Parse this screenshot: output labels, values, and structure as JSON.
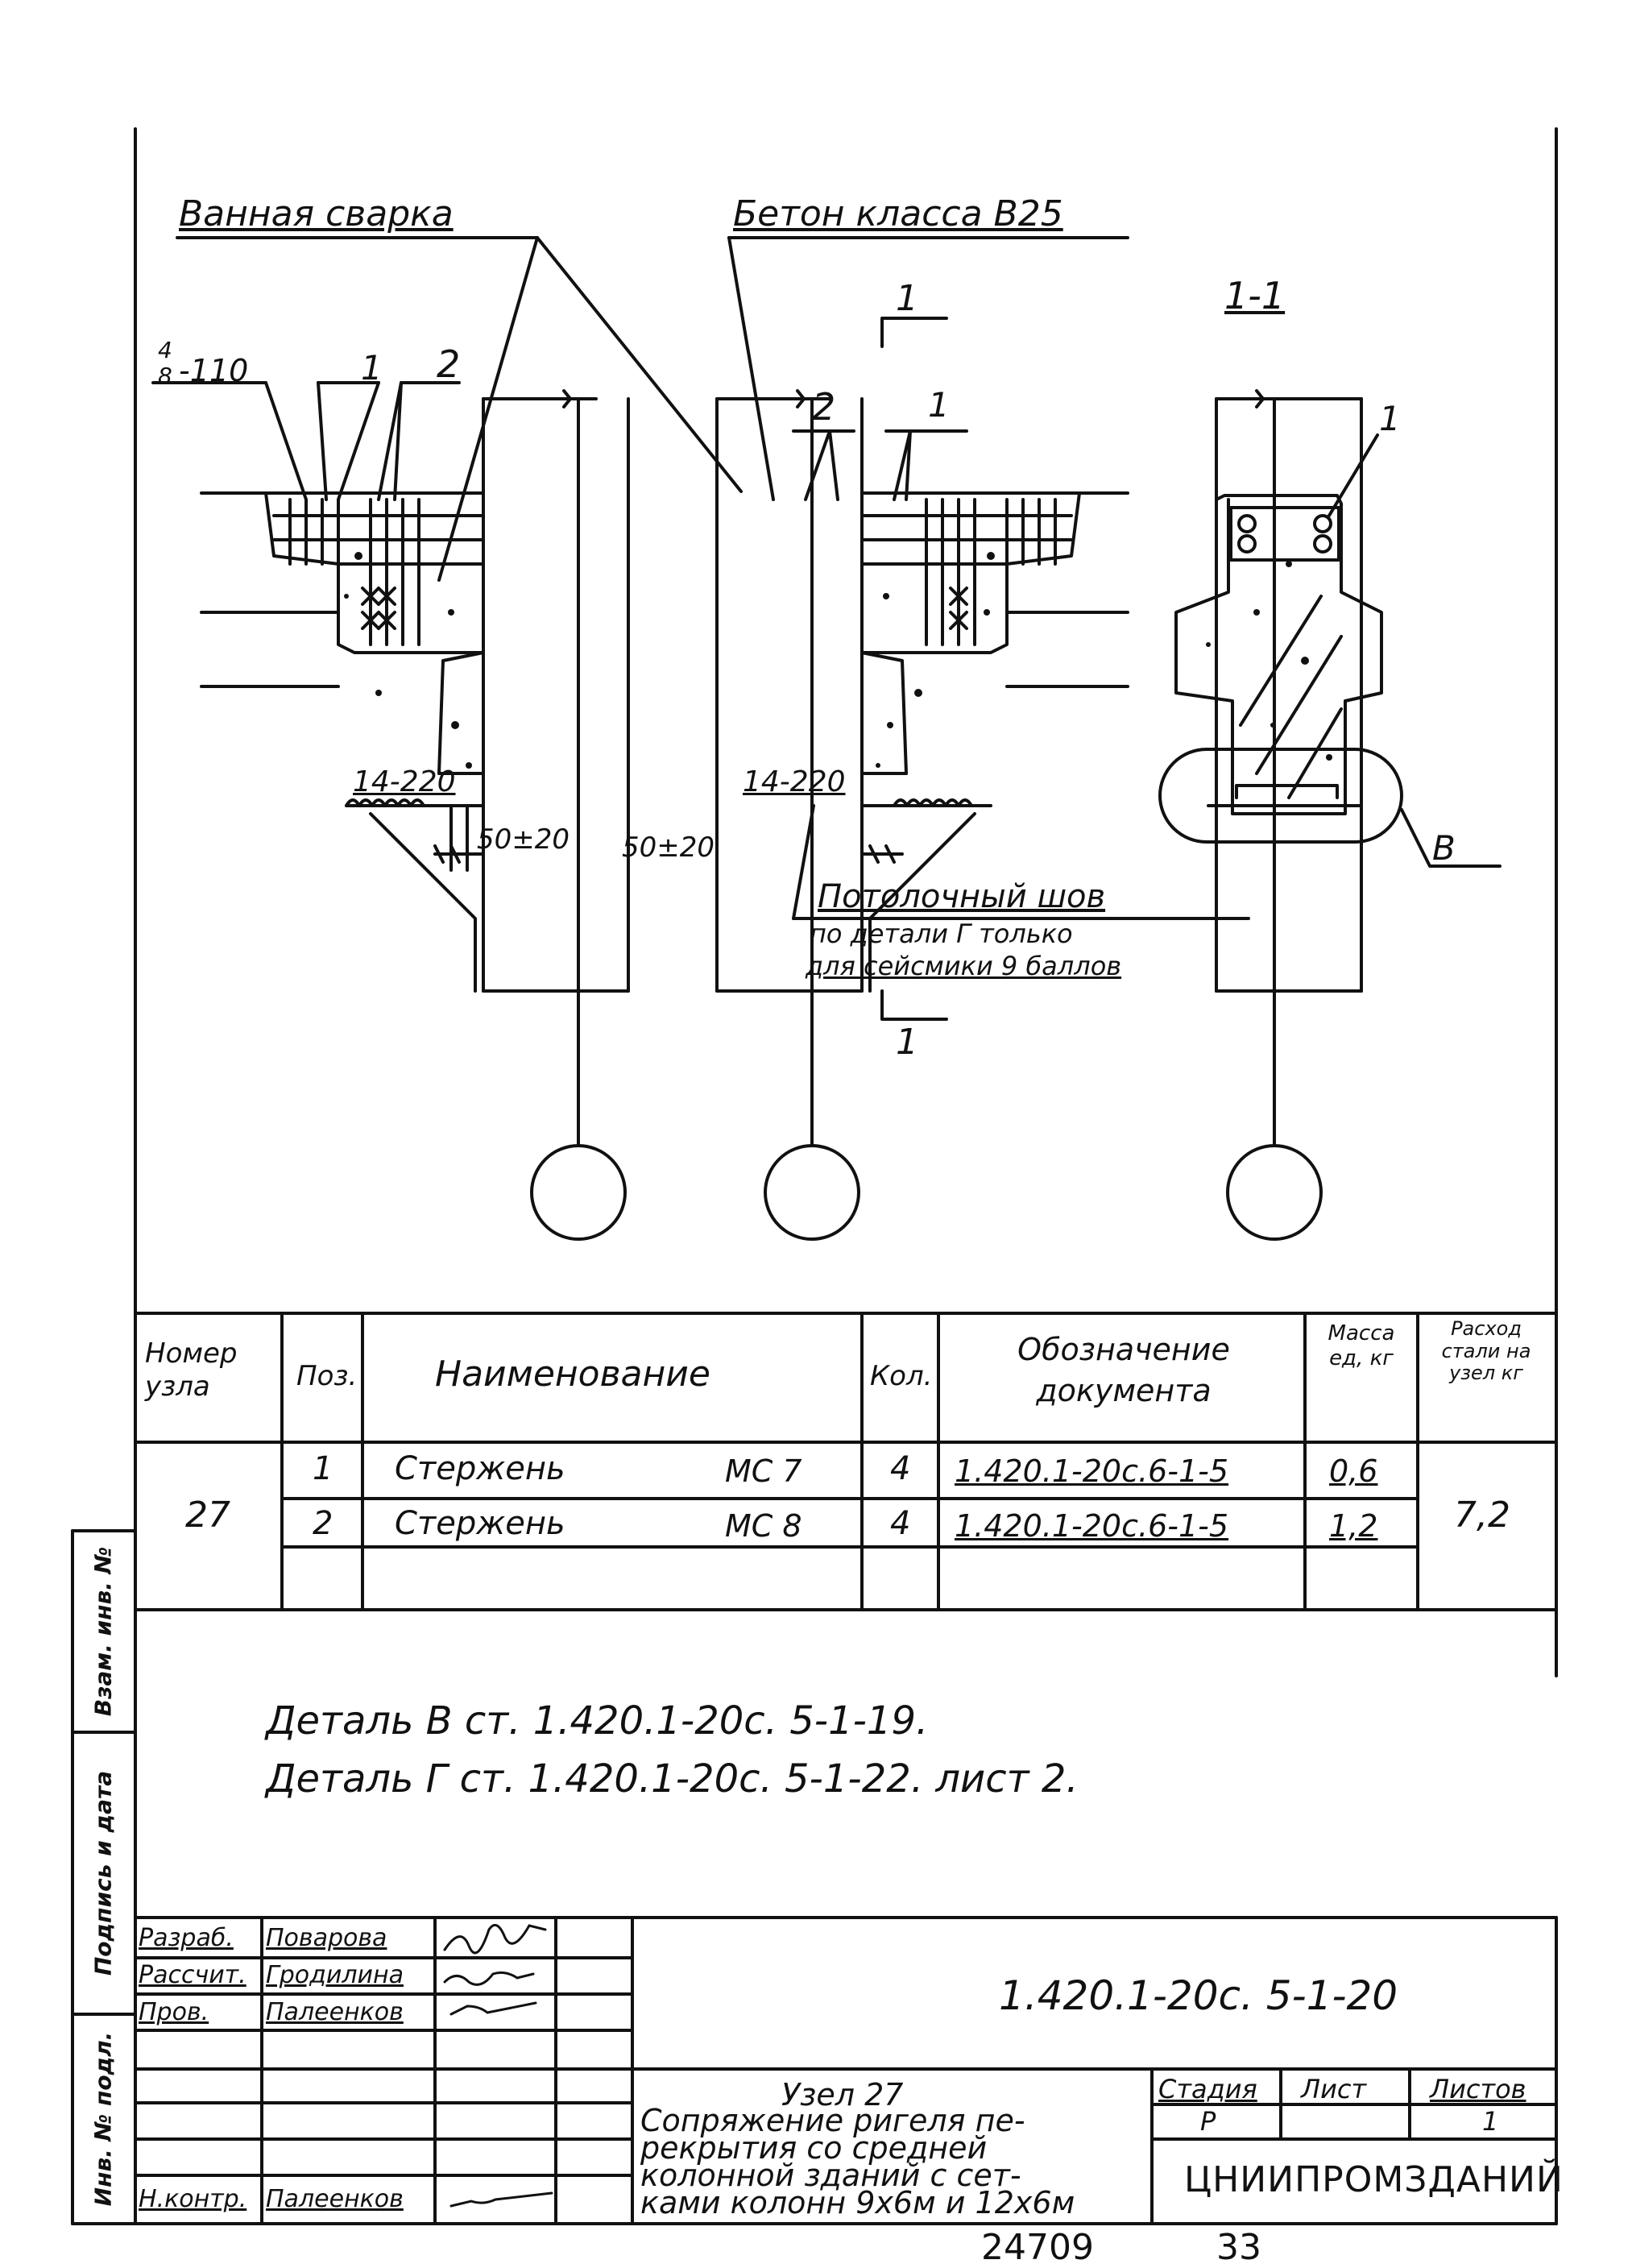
{
  "callouts": {
    "bath_welding": "Ванная сварка",
    "concrete_class": "Бетон класса В25",
    "ceiling_seam_l1": "Потолочный шов",
    "ceiling_seam_l2": "по детали Г только",
    "ceiling_seam_l3": "для сейсмики 9 баллов",
    "section_title": "1-1",
    "section_mark_top": "1",
    "section_mark_bottom": "1",
    "detail_b": "В",
    "weld_spec_left_num": "4",
    "weld_spec_left_den": "8",
    "weld_spec_left_val": "-110",
    "weld_14_220_left": "14-220",
    "weld_14_220_right": "14-220",
    "dim_left": "50±20",
    "dim_right": "50±20",
    "pos_1_left": "1",
    "pos_2_left": "2",
    "pos_2_right": "2",
    "pos_1_right": "1",
    "pos_1_section": "1"
  },
  "spec_table": {
    "headers": {
      "node_no": "Номер узла",
      "pos": "Поз.",
      "name": "Наименование",
      "qty": "Кол.",
      "doc": "Обозначение документа",
      "mass": "Масса ед, кг",
      "steel": "Расход стали на узел кг"
    },
    "node_no": "27",
    "steel_total": "7,2",
    "rows": [
      {
        "pos": "1",
        "name": "Стержень",
        "mark": "МС 7",
        "qty": "4",
        "doc": "1.420.1-20с.6-1-5",
        "mass": "0,6"
      },
      {
        "pos": "2",
        "name": "Стержень",
        "mark": "МС 8",
        "qty": "4",
        "doc": "1.420.1-20с.6-1-5",
        "mass": "1,2"
      }
    ]
  },
  "notes": {
    "line1": "Деталь В  ст. 1.420.1-20с. 5-1-19.",
    "line2": "Деталь Г ст. 1.420.1-20с. 5-1-22. лист 2."
  },
  "side_stamp": {
    "inv_no": "Инв. № подл.",
    "sign_date": "Подпись и дата",
    "inv_replace": "Взам. инв. №"
  },
  "title_block": {
    "doc_code": "1.420.1-20с. 5-1-20",
    "roles": [
      {
        "role": "Разраб.",
        "name": "Поварова"
      },
      {
        "role": "Рассчит.",
        "name": "Гродилина"
      },
      {
        "role": "Пров.",
        "name": "Палеенков"
      },
      {
        "role": "",
        "name": ""
      },
      {
        "role": "",
        "name": ""
      },
      {
        "role": "",
        "name": ""
      },
      {
        "role": "",
        "name": ""
      },
      {
        "role": "Н.контр.",
        "name": "Палеенков"
      }
    ],
    "title_l1": "Узел 27",
    "title_l2": "Сопряжение ригеля пе-",
    "title_l3": "рекрытия со средней",
    "title_l4": "колонной зданий с сет-",
    "title_l5": "ками колонн 9х6м и 12х6м",
    "stage_label": "Стадия",
    "sheet_label": "Лист",
    "sheets_label": "Листов",
    "stage_value": "Р",
    "sheets_value": "1",
    "org": "ЦНИИПРОМЗДАНИЙ"
  },
  "footer": {
    "archive_no": "24709",
    "page_no": "33"
  }
}
